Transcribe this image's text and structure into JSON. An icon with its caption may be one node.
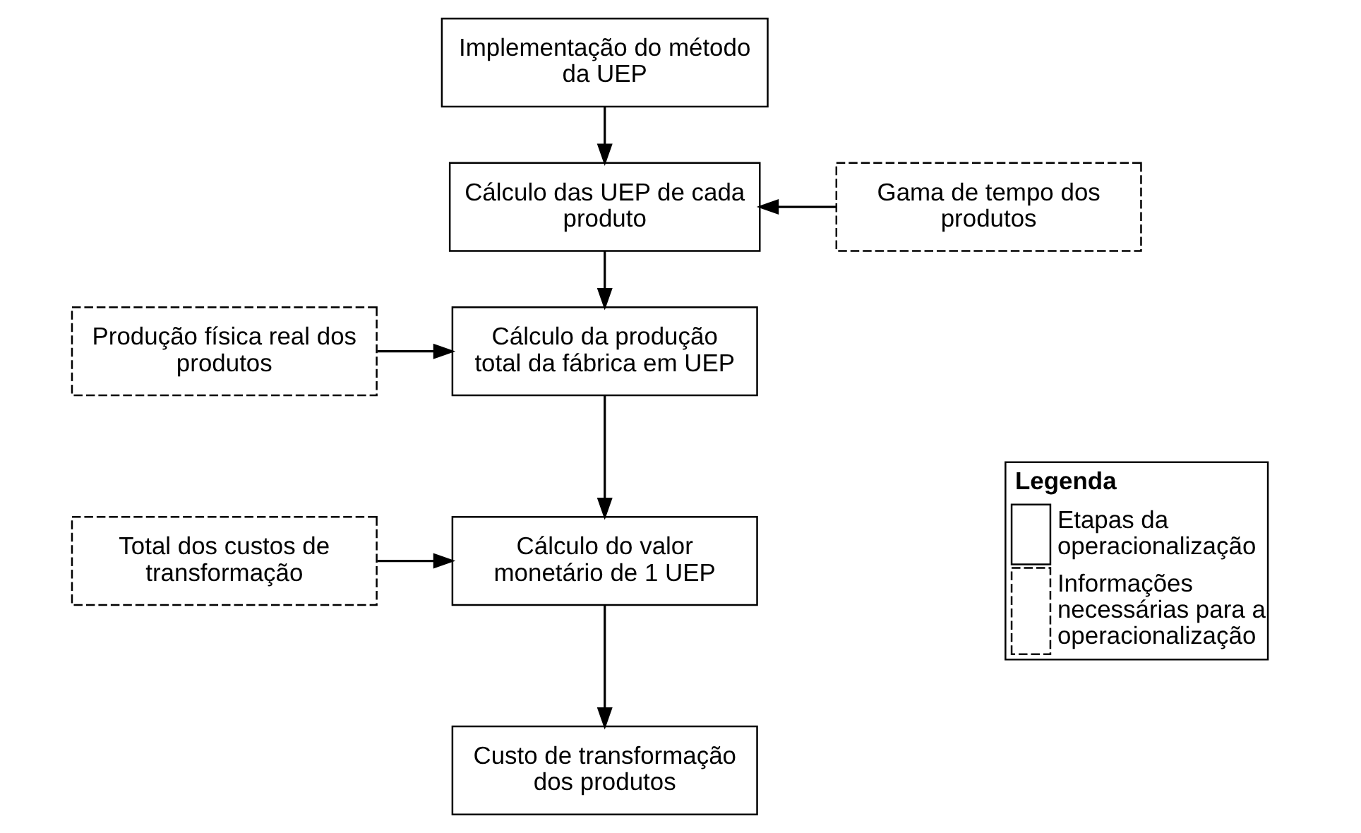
{
  "diagram": {
    "nodes": [
      {
        "text": [
          "Implementação do método da UEP"
        ]
      },
      {
        "text": [
          "Cálculo das UEP de cada produto"
        ]
      },
      {
        "text": [
          "Gama de tempo dos produtos"
        ]
      },
      {
        "text": [
          "Produção física real dos produtos"
        ]
      },
      {
        "text": [
          "Cálculo da produção total da fábrica em UEP"
        ]
      },
      {
        "text": [
          "Total dos custos de transformação"
        ]
      },
      {
        "text": [
          "Cálculo do valor monetário de 1 UEP"
        ]
      },
      {
        "text": [
          "Custo de transformação dos produtos"
        ]
      }
    ],
    "edges": [
      {
        "from": 0,
        "to": 1,
        "arrow": "to"
      },
      {
        "from": 2,
        "to": 1,
        "arrow": "to"
      },
      {
        "from": 1,
        "to": 4,
        "arrow": "to"
      },
      {
        "from": 3,
        "to": 4,
        "arrow": "to"
      },
      {
        "from": 4,
        "to": 6,
        "arrow": "to"
      },
      {
        "from": 5,
        "to": 6,
        "arrow": "to"
      },
      {
        "from": 6,
        "to": 7,
        "arrow": "to"
      }
    ],
    "labels": [
      "Legenda"
    ],
    "legend": [
      {
        "text": "Etapas da operacionalização"
      },
      {
        "text": "Informações necessárias para a operacionalização"
      }
    ]
  }
}
